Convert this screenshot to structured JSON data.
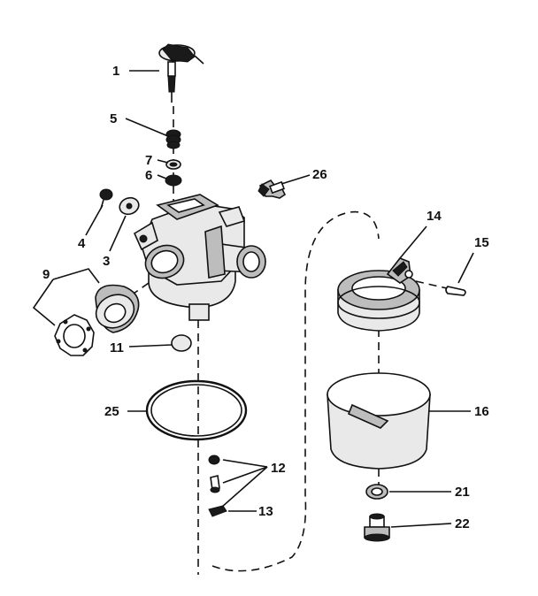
{
  "diagram": {
    "callouts": [
      {
        "id": "c1",
        "label": "1"
      },
      {
        "id": "c5",
        "label": "5"
      },
      {
        "id": "c7",
        "label": "7"
      },
      {
        "id": "c6",
        "label": "6"
      },
      {
        "id": "c26",
        "label": "26"
      },
      {
        "id": "c4",
        "label": "4"
      },
      {
        "id": "c3",
        "label": "3"
      },
      {
        "id": "c9",
        "label": "9"
      },
      {
        "id": "c14",
        "label": "14"
      },
      {
        "id": "c15",
        "label": "15"
      },
      {
        "id": "c11",
        "label": "11"
      },
      {
        "id": "c25",
        "label": "25"
      },
      {
        "id": "c16",
        "label": "16"
      },
      {
        "id": "c12",
        "label": "12"
      },
      {
        "id": "c13",
        "label": "13"
      },
      {
        "id": "c21",
        "label": "21"
      },
      {
        "id": "c22",
        "label": "22"
      }
    ]
  }
}
